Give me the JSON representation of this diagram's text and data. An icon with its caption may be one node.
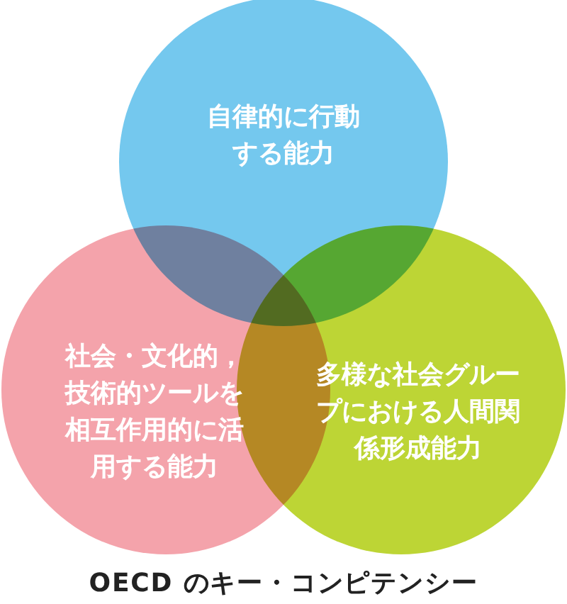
{
  "diagram": {
    "caption": "OECD のキー・コンピテンシー",
    "nodes": [
      {
        "text": [
          "自律的に行動する能力"
        ]
      },
      {
        "text": [
          "社会・文化的，技術的ツールを相互作用的に活用する能力"
        ]
      },
      {
        "text": [
          "多様な社会グループにおける人間関係形成能力"
        ]
      }
    ]
  }
}
